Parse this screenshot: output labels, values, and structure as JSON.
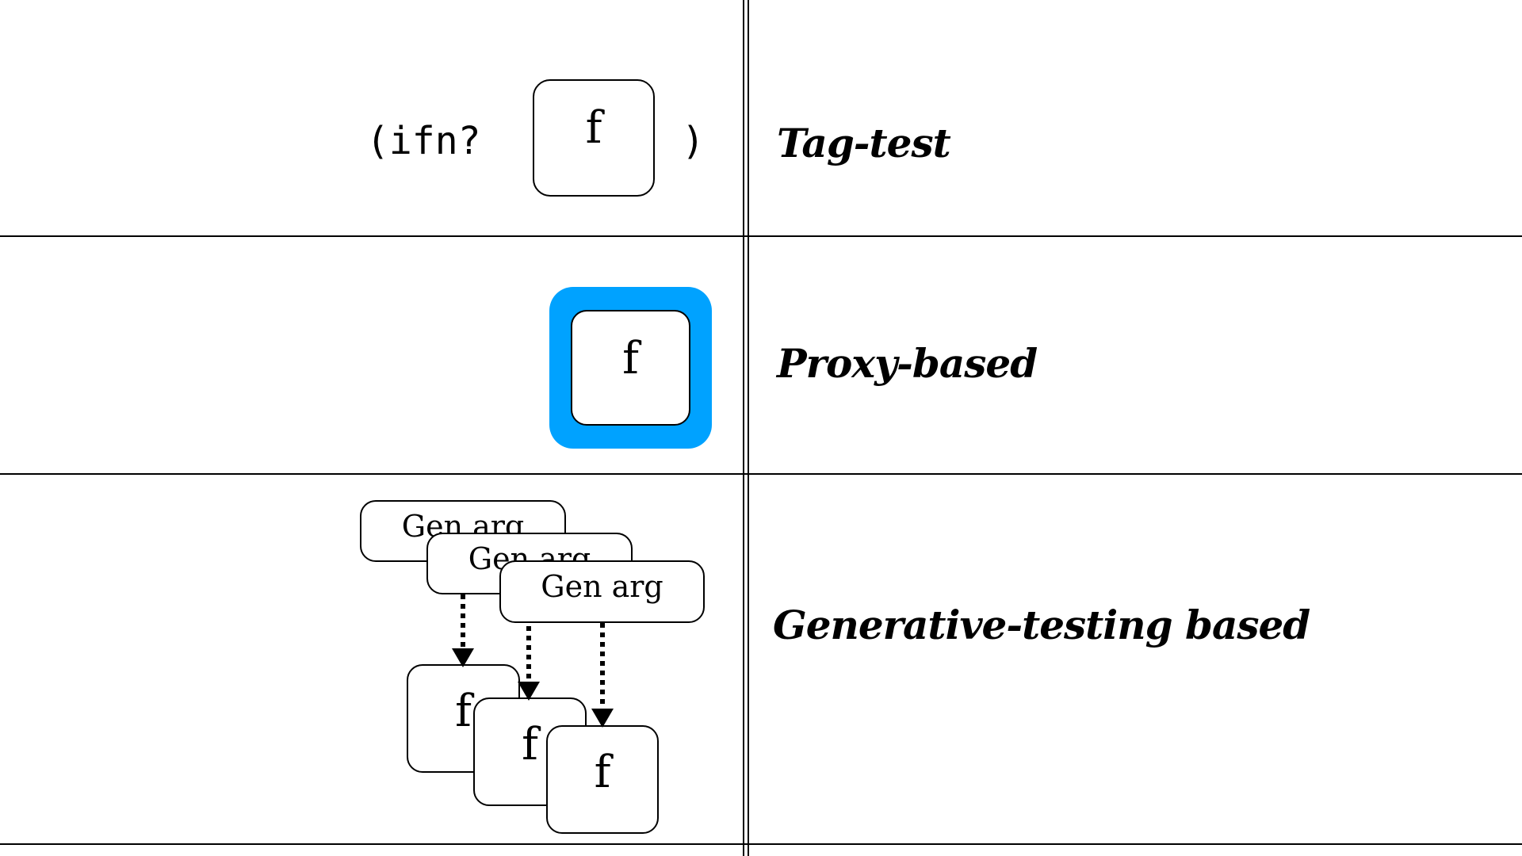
{
  "rows": [
    {
      "label": "Tag-test",
      "code_open": "(ifn?",
      "code_close": ")",
      "box_text": "f"
    },
    {
      "label": "Proxy-based",
      "box_text": "f",
      "frame_color": "#00a2ff"
    },
    {
      "label": "Generative-testing based",
      "gen_args": [
        "Gen arg",
        "Gen arg",
        "Gen arg"
      ],
      "functions": [
        "f",
        "f",
        "f"
      ]
    }
  ]
}
